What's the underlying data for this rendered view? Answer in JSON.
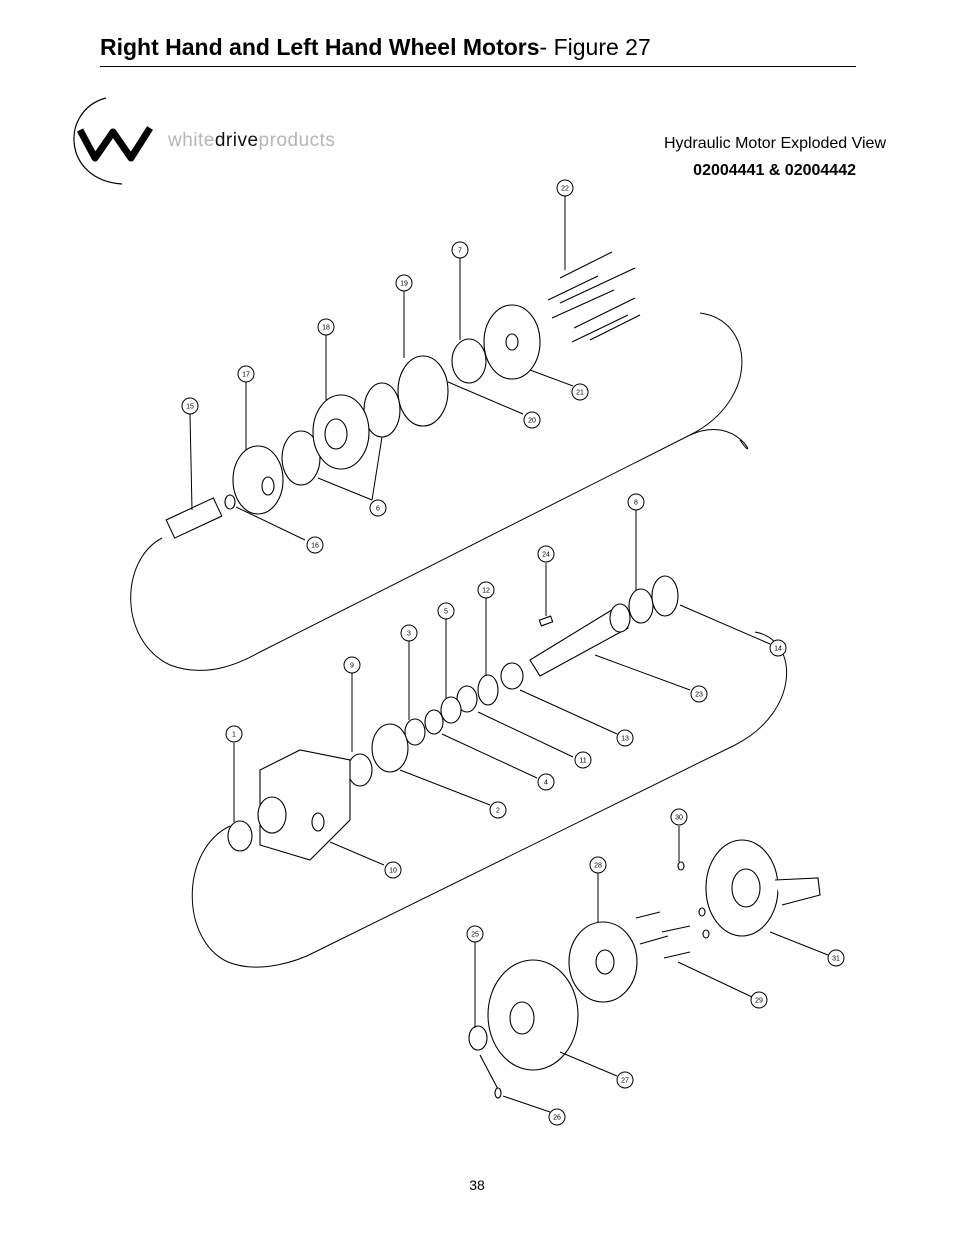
{
  "page": {
    "title_bold": "Right Hand and Left Hand Wheel Motors",
    "title_regular": "- Figure 27",
    "subtitle_line1": "Hydraulic Motor Exploded View",
    "subtitle_line2": "02004441 & 02004442",
    "page_number": "38"
  },
  "brand": {
    "light1": "white",
    "dark": "drive",
    "light2": "products"
  },
  "callouts": [
    "1",
    "2",
    "3",
    "4",
    "5",
    "6",
    "7",
    "8",
    "9",
    "10",
    "11",
    "12",
    "13",
    "14",
    "15",
    "16",
    "17",
    "18",
    "19",
    "20",
    "21",
    "22",
    "23",
    "24",
    "25",
    "26",
    "27",
    "28",
    "29",
    "30",
    "31"
  ]
}
